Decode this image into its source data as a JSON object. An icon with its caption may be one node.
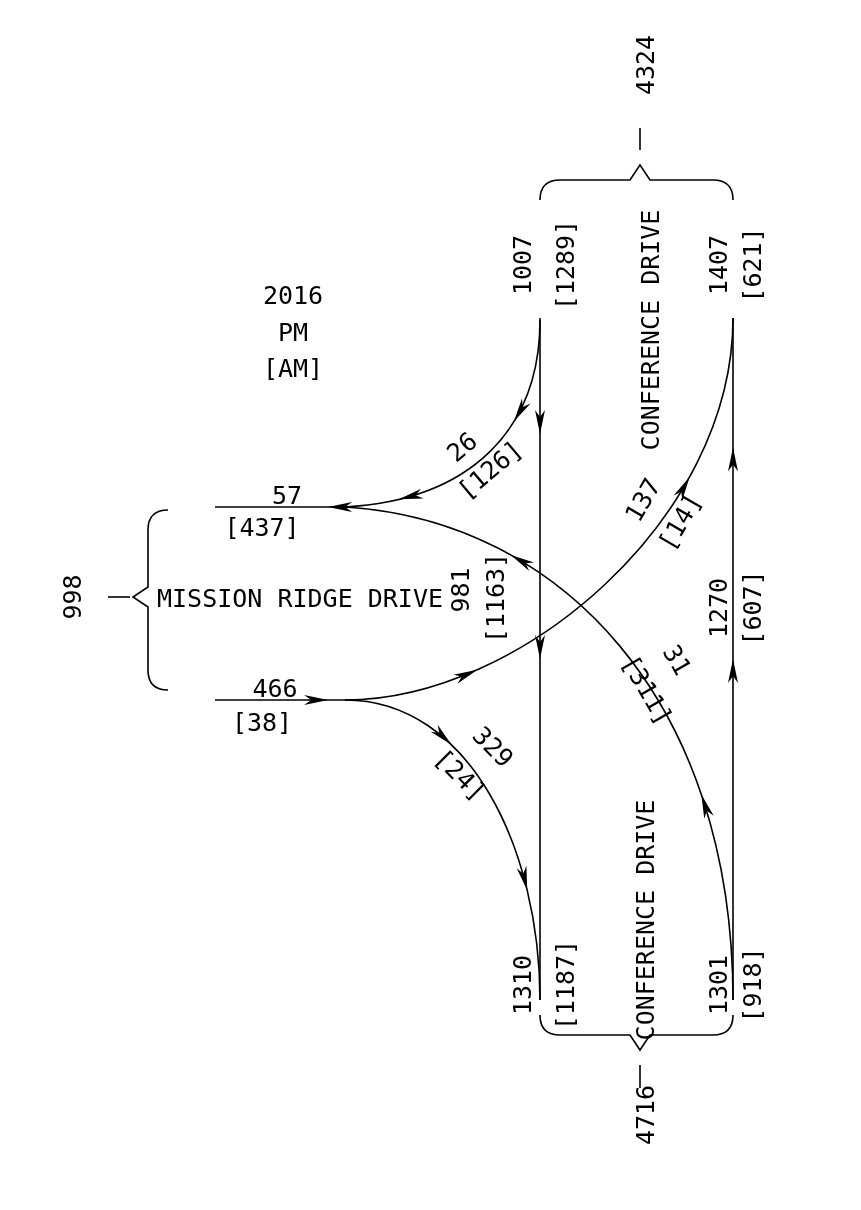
{
  "diagram": {
    "labels": [
      "2016",
      "PM",
      "[AM]",
      "4324",
      "1007",
      "[1289]",
      "CONFERENCE DRIVE",
      "1407",
      "[621]",
      "26",
      "[126]",
      "57",
      "[437]",
      "137",
      "[14]",
      "998",
      "MISSION RIDGE DRIVE",
      "981",
      "[1163]",
      "1270",
      "[607]",
      "466",
      "[38]",
      "31",
      "[311]",
      "329",
      "[24]",
      "CONFERENCE DRIVE",
      "1310",
      "[1187]",
      "1301",
      "[918]",
      "4716"
    ]
  }
}
